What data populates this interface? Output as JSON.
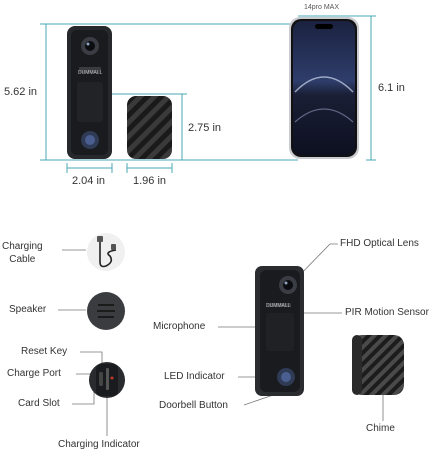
{
  "dimensions": {
    "doorbell_height": "5.62 in",
    "doorbell_width": "2.04 in",
    "chime_width": "1.96 in",
    "chime_height": "2.75 in",
    "phone_height": "6.1 in",
    "phone_model": "14pro MAX"
  },
  "brand": "DUMMALL",
  "labels": {
    "charging_cable": "Charging\nCable",
    "speaker": "Speaker",
    "reset_key": "Reset Key",
    "charge_port": "Charge Port",
    "card_slot": "Card Slot",
    "charging_indicator": "Charging Indicator",
    "fhd_lens": "FHD Optical Lens",
    "pir_sensor": "PIR Motion Sensor",
    "microphone": "Microphone",
    "led_indicator": "LED Indicator",
    "doorbell_button": "Doorbell Button",
    "chime": "Chime"
  },
  "colors": {
    "dimension_line": "#4aa8b4",
    "device_dark": "#2b2d31",
    "device_body": "#1e1f22"
  }
}
